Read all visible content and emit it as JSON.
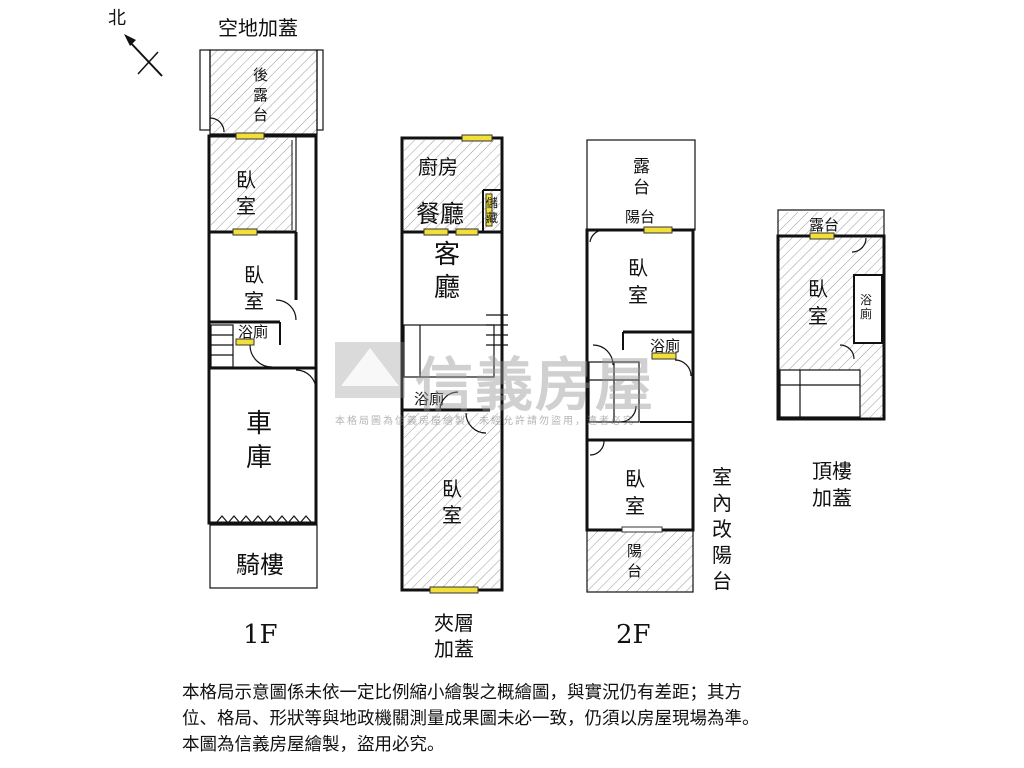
{
  "compass": {
    "north": "北"
  },
  "header": {
    "vacant_addition": "空地加蓋"
  },
  "floor1": {
    "back_terrace": "後露台",
    "bedroom_top": "臥室",
    "bedroom_mid": "臥室",
    "bath": "浴廁",
    "garage": "車庫",
    "arcade": "騎樓",
    "label": "1F"
  },
  "mezzanine": {
    "kitchen": "廚房",
    "dining": "餐廳",
    "storage": "儲藏",
    "living": "客廳",
    "bath": "浴廁",
    "bedroom": "臥室",
    "label": "夾層加蓋"
  },
  "floor2": {
    "terrace": "露台",
    "balcony_top": "陽台",
    "bedroom_top": "臥室",
    "bath": "浴廁",
    "bedroom_bottom": "臥室",
    "balcony_bottom": "陽台",
    "converted": "室內改陽台",
    "label": "2F"
  },
  "roof": {
    "terrace": "露台",
    "bedroom": "臥室",
    "bath": "浴廁",
    "label": "頂樓加蓋"
  },
  "watermark": {
    "brand": "信義房屋",
    "notice": "本格局圖為信義房屋繪製，未經允許請勿盜用，違者必究"
  },
  "disclaimer": {
    "line1": "本格局示意圖係未依一定比例縮小繪製之概繪圖，與實況仍有差距；其方",
    "line2": "位、格局、形狀等與地政機關測量成果圖未必一致，仍須以房屋現場為準。",
    "line3": "本圖為信義房屋繪製，盜用必究。"
  },
  "colors": {
    "window": "#f2df3a",
    "wall": "#111111",
    "hatch": "#9a9a9a"
  }
}
